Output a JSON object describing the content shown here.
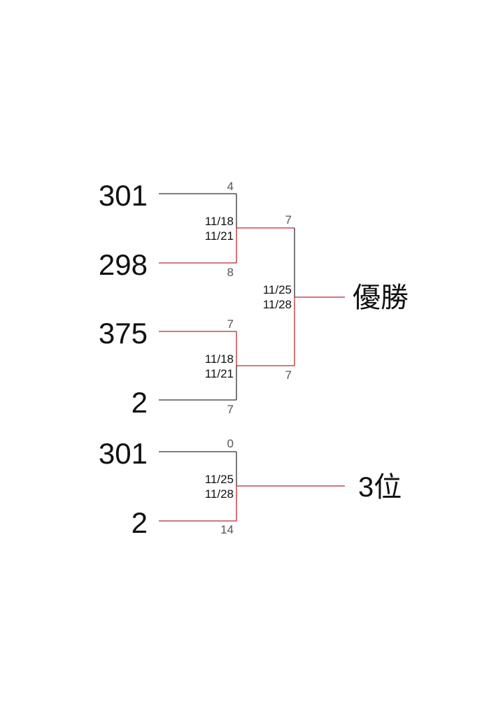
{
  "colors": {
    "winner": "#c0282d",
    "loser": "#333333"
  },
  "main_bracket": {
    "teams": [
      "301",
      "298",
      "375",
      "2"
    ],
    "match1": {
      "score_top": "4",
      "score_bottom": "8",
      "date1": "11/18",
      "date2": "11/21"
    },
    "match2": {
      "score_top": "7",
      "score_bottom": "7",
      "date1": "11/18",
      "date2": "11/21"
    },
    "final": {
      "score_top": "7",
      "score_bottom": "7",
      "date1": "11/25",
      "date2": "11/28"
    },
    "result_label": "優勝"
  },
  "third_place": {
    "teams": [
      "301",
      "2"
    ],
    "match": {
      "score_top": "0",
      "score_bottom": "14",
      "date1": "11/25",
      "date2": "11/28"
    },
    "result_label": "3位"
  }
}
